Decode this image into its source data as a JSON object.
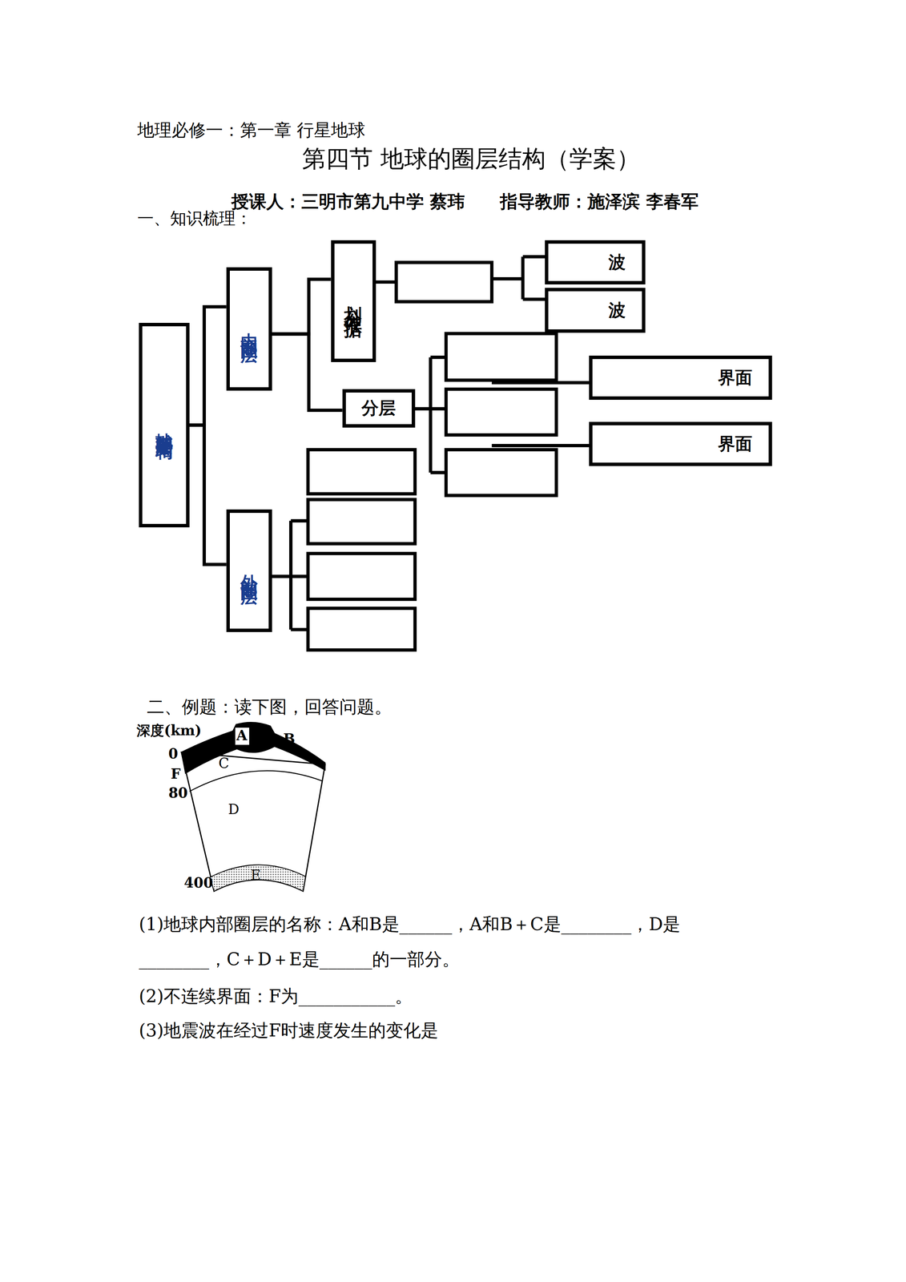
{
  "diagram": {
    "title": "第四节 地球的圈层结构（学案）",
    "nodes": [
      {
        "text": [
          "地球的圈层结构"
        ]
      },
      {
        "text": [
          "内部圈层"
        ]
      },
      {
        "text": [
          "划分依据"
        ]
      },
      {
        "text": [
          "波"
        ]
      },
      {
        "text": [
          "波"
        ]
      },
      {
        "text": [
          "分层"
        ]
      },
      {
        "text": [
          "界面"
        ]
      },
      {
        "text": [
          "界面"
        ]
      },
      {
        "text": [
          "外部圈层"
        ]
      }
    ],
    "edges": [
      {
        "from": 0,
        "to": 1,
        "arrow": "none"
      },
      {
        "from": 0,
        "to": 8,
        "arrow": "none"
      },
      {
        "from": 1,
        "to": 2,
        "arrow": "none"
      },
      {
        "from": 1,
        "to": 5,
        "arrow": "none"
      }
    ],
    "labels": [
      "地理必修一：第一章 行星地球",
      "授课人：三明市第九中学 蔡玮　　指导教师：施泽滨 李春军",
      "一、知识梳理：",
      "二、例题：读下图，回答问题。",
      "深度(km)",
      "0",
      "A",
      "B",
      "C",
      "F",
      "80",
      "D",
      "400",
      "E",
      "(1)地球内部圈层的名称：A和B是______，A和B＋C是________，D是________，C＋D＋E是______的一部分。",
      "(2)不连续界面：F为___________。",
      "(3)地震波在经过F时速度发生的变化是"
    ]
  }
}
